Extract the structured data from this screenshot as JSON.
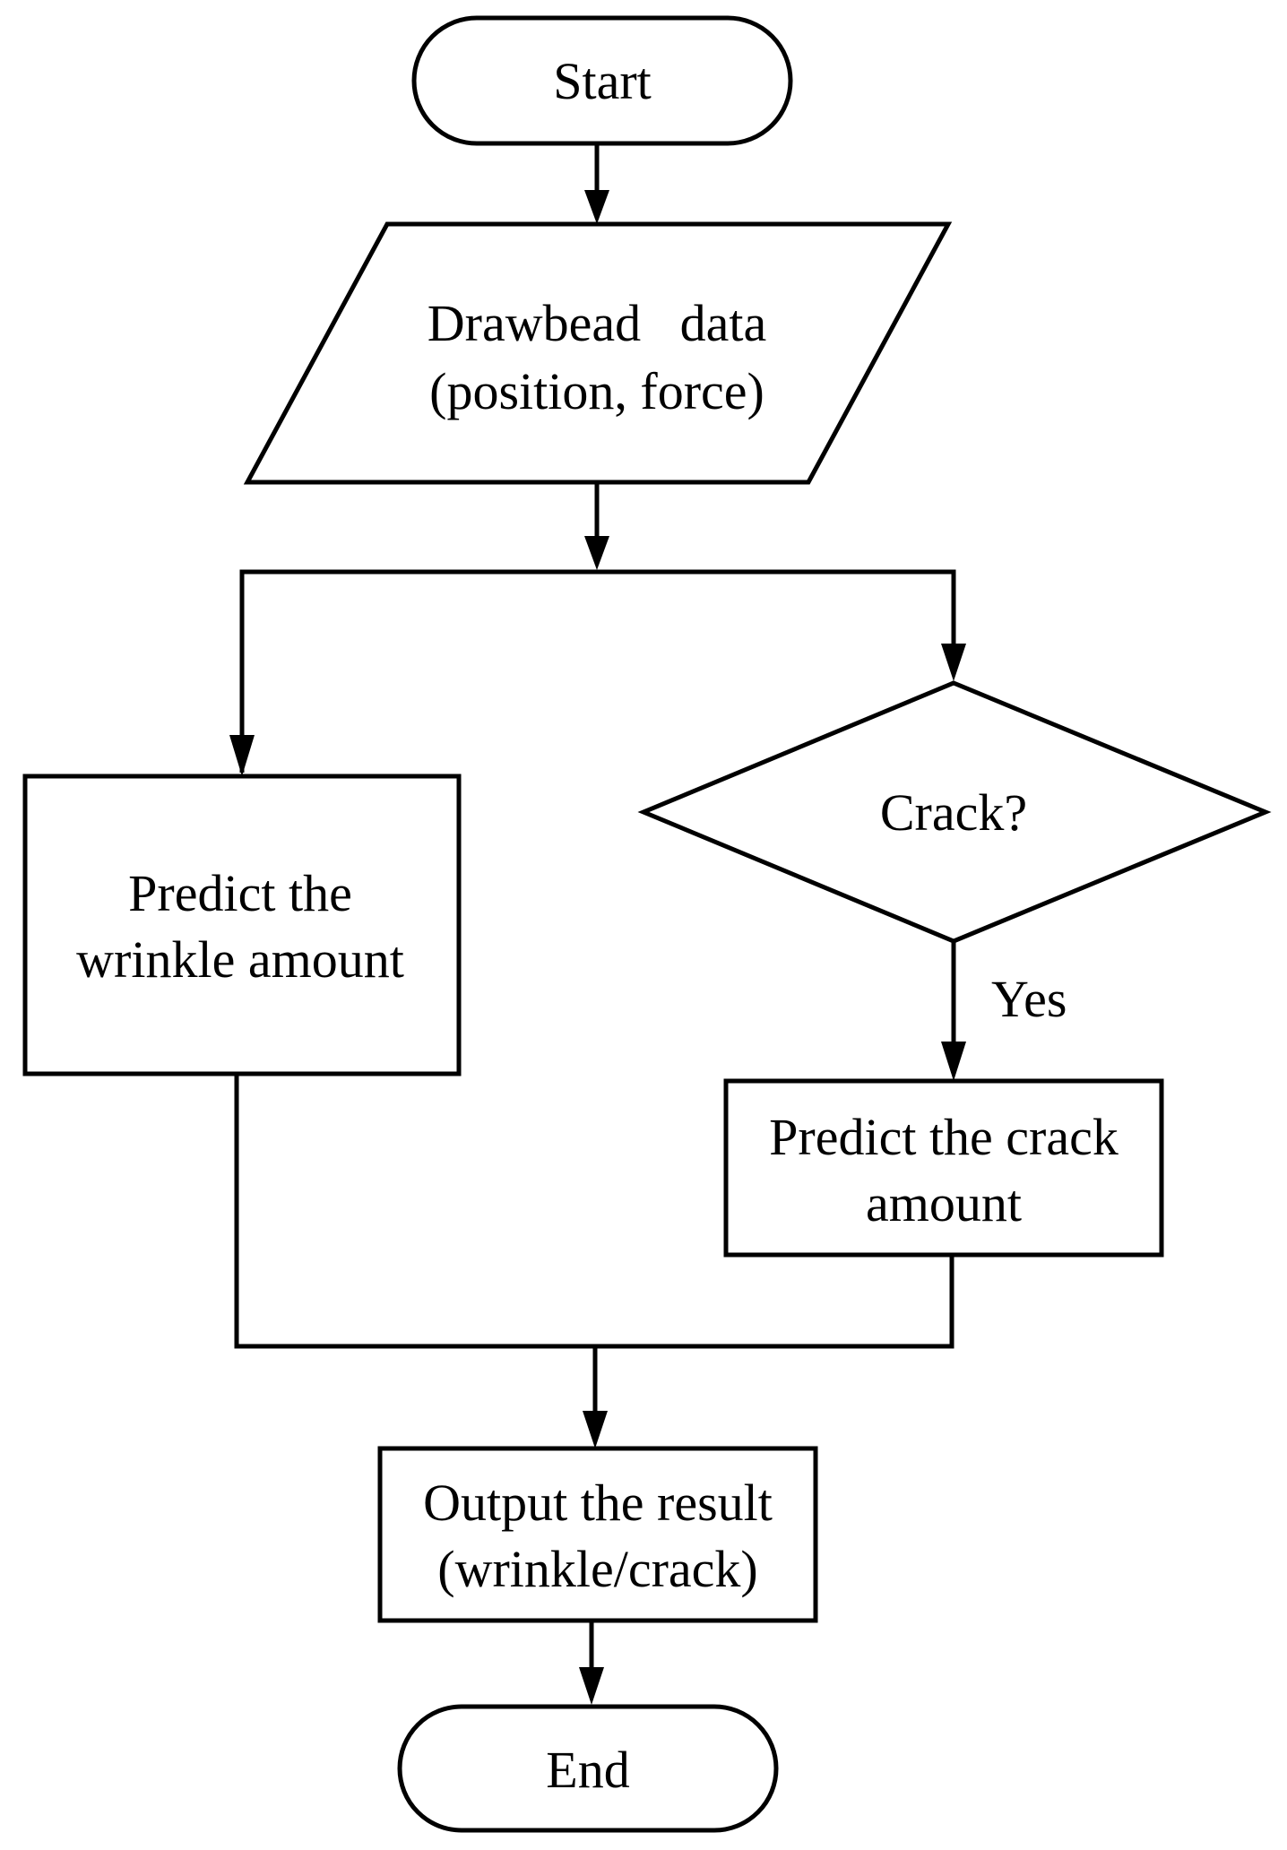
{
  "nodes": {
    "start": "Start",
    "input_line1": "Drawbead   data",
    "input_line2": "(position, force)",
    "wrinkle_line1": "Predict the",
    "wrinkle_line2": "wrinkle amount",
    "decision": "Crack?",
    "yes_label": "Yes",
    "crack_line1": "Predict the crack",
    "crack_line2": "amount",
    "output_line1": "Output the result",
    "output_line2": "(wrinkle/crack)",
    "end": "End"
  }
}
